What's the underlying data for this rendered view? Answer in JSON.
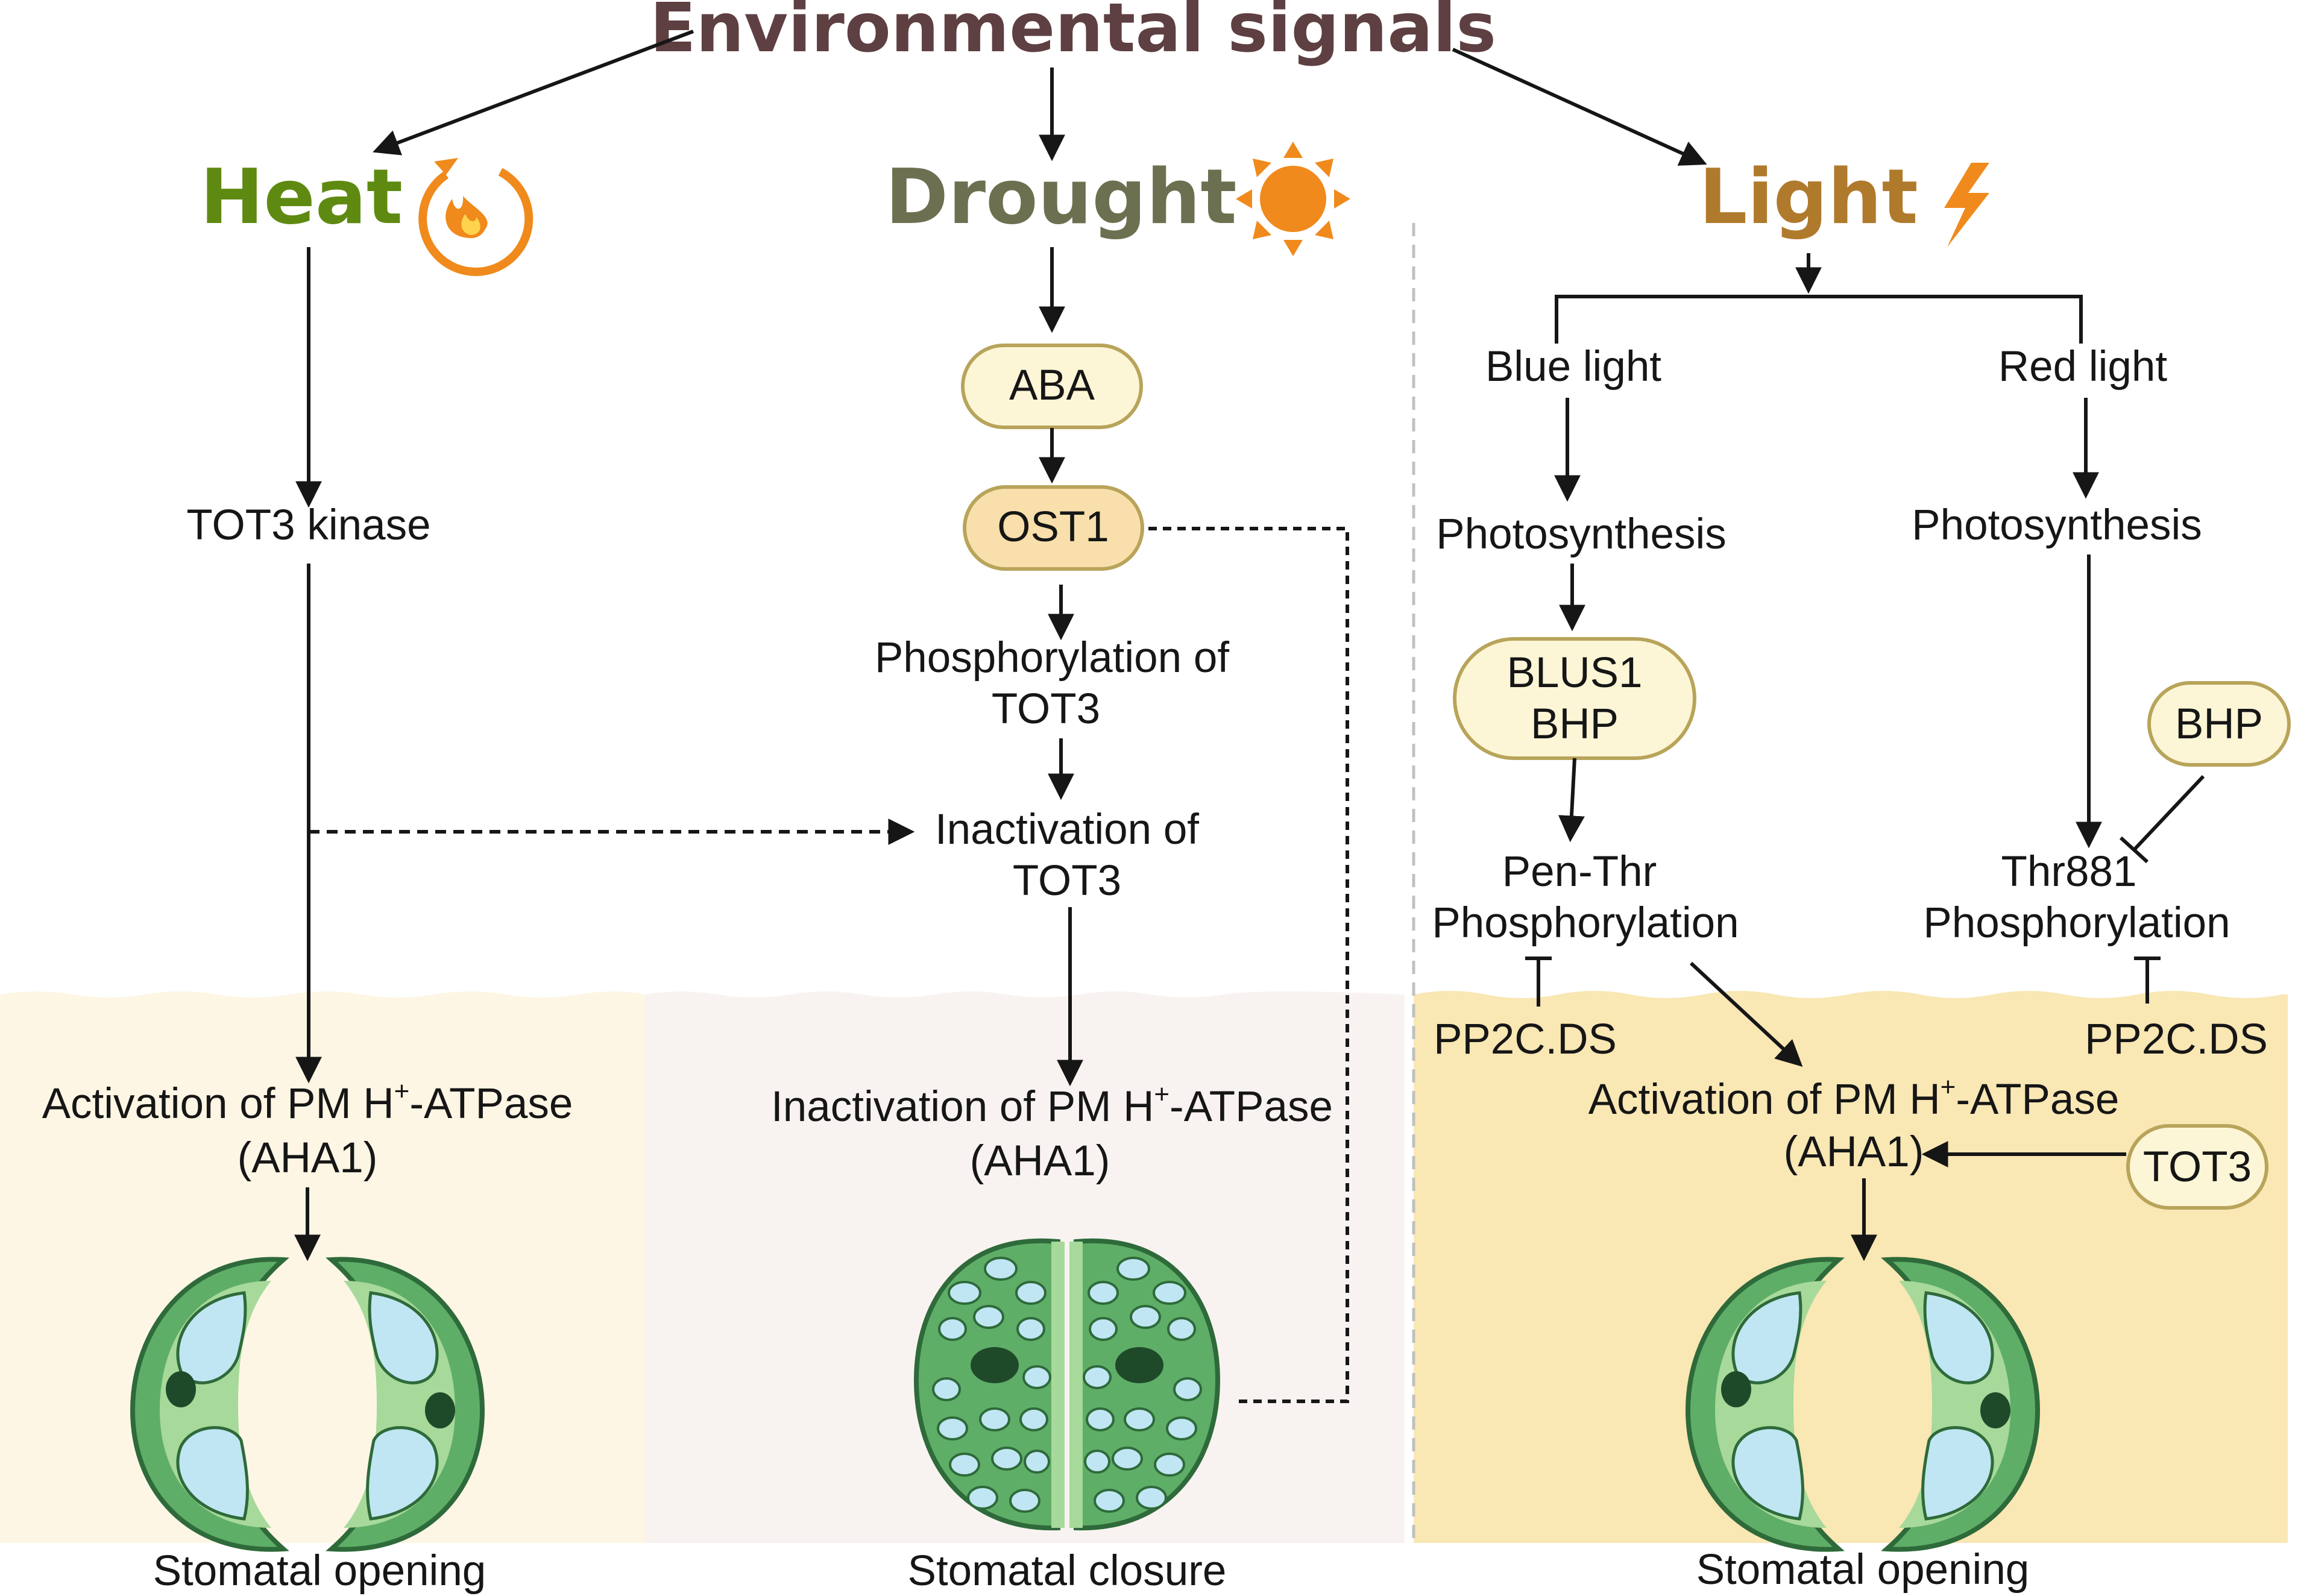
{
  "title": "Environmental signals",
  "colors": {
    "title": "#5e3f42",
    "heat": "#5f8a12",
    "drought": "#6c7050",
    "light": "#b07a2c",
    "icon_orange": "#f08a1c",
    "panel_heat": "#fdf6e4",
    "panel_drought": "#f8f3f1",
    "panel_light": "#f9e7b4",
    "pill_fill": "#fdf6d6",
    "pill_stroke": "#b8a45a",
    "ost1_fill": "#f8dfab",
    "cell_dark": "#2e6a3a",
    "cell_mid": "#5fae68",
    "cell_light": "#a7d99a",
    "chloroplast": "#bfe6f2",
    "nucleus": "#1f4a2a"
  },
  "icons": {
    "heat": "fire-cycle-icon",
    "drought": "sun-icon",
    "light": "lightning-icon"
  },
  "heat": {
    "label": "Heat",
    "step1": "TOT3 kinase",
    "activation_line1": "Activation of PM H",
    "superscript": "+",
    "activation_line1_end": "-ATPase",
    "activation_line2": "(AHA1)",
    "outcome": "Stomatal opening"
  },
  "drought": {
    "label": "Drought",
    "aba": "ABA",
    "ost1": "OST1",
    "phos_line1": "Phosphorylation of",
    "phos_line2": "TOT3",
    "inact_line1": "Inactivation of",
    "inact_line2": "TOT3",
    "pm_line1": "Inactivation of PM H",
    "superscript": "+",
    "pm_line1_end": "-ATPase",
    "pm_line2": "(AHA1)",
    "outcome": "Stomatal closure"
  },
  "light": {
    "label": "Light",
    "blue": "Blue light",
    "red": "Red light",
    "photo_blue": "Photosynthesis",
    "photo_red": "Photosynthesis",
    "blus1_line1": "BLUS1",
    "blus1_line2": "BHP",
    "bhp": "BHP",
    "penthr_line1": "Pen-Thr",
    "penthr_line2": "Phosphorylation",
    "thr881_line1": "Thr881",
    "thr881_line2": "Phosphorylation",
    "pp2c_left": "PP2C.DS",
    "pp2c_right": "PP2C.DS",
    "activation_line1": "Activation of PM H",
    "superscript": "+",
    "activation_line1_end": "-ATPase",
    "activation_line2": "(AHA1)",
    "tot3": "TOT3",
    "outcome": "Stomatal opening"
  }
}
